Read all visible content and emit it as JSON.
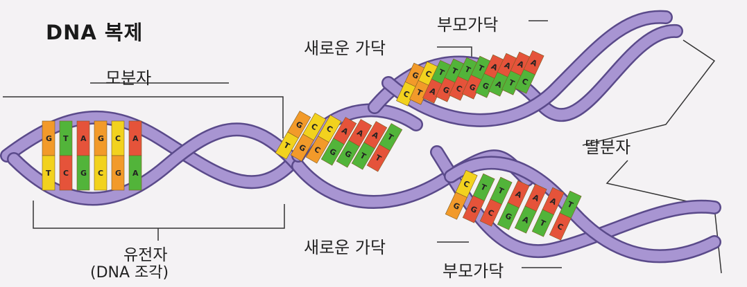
{
  "title": "DNA 복제",
  "labels": {
    "parent_molecule": "모분자",
    "gene_line1": "유전자",
    "gene_line2": "(DNA 조각)",
    "new_strand_top": "새로운 가닥",
    "parent_strand_top": "부모가닥",
    "daughter_molecules": "딸분자",
    "new_strand_bottom": "새로운 가닥",
    "parent_strand_bottom": "부모가닥"
  },
  "bases": {
    "parent_helix": [
      "G",
      "T",
      "A",
      "G",
      "C",
      "A",
      "T",
      "C",
      "G",
      "C",
      "G",
      "A"
    ],
    "fork": [
      "G",
      "C",
      "C",
      "A",
      "A",
      "A",
      "T",
      "T",
      "G",
      "C",
      "G",
      "G",
      "T",
      "T"
    ],
    "upper_daughter": [
      "G",
      "C",
      "T",
      "T",
      "T",
      "T",
      "A",
      "A",
      "A",
      "A",
      "C",
      "T",
      "A",
      "G",
      "C",
      "G",
      "G",
      "A",
      "T",
      "C"
    ],
    "lower_daughter": [
      "C",
      "T",
      "T",
      "A",
      "A",
      "A",
      "T",
      "G",
      "G",
      "C",
      "G",
      "A",
      "T",
      "C"
    ]
  },
  "colors": {
    "backbone": "#9a86c6",
    "backbone_dark": "#5a4a8a",
    "adenine": "#e5533a",
    "thymine": "#52b43a",
    "guanine": "#f29a2a",
    "cytosine": "#f2d21e"
  }
}
